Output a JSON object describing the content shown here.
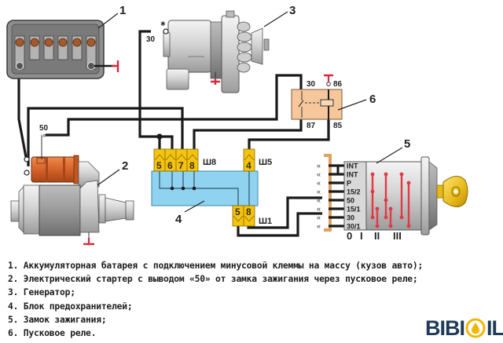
{
  "diagram": {
    "callouts": [
      "1",
      "2",
      "3",
      "4",
      "5",
      "6"
    ],
    "generator_terminal": "30",
    "starter_terminal": "50",
    "relay_pins": {
      "p30": "30",
      "p86": "86",
      "p87": "87",
      "p85": "85"
    },
    "fuse_block": {
      "connector_sh8": {
        "name": "Ш8",
        "pins": [
          "5",
          "6",
          "7",
          "8"
        ]
      },
      "connector_sh5": {
        "name": "Ш5",
        "pins": [
          "4"
        ]
      },
      "connector_sh1": {
        "name": "Ш1",
        "pins": [
          "5",
          "8"
        ]
      }
    },
    "ignition_switch": {
      "terminals": [
        "INT",
        "INT",
        "P",
        "15/2",
        "50",
        "15/1",
        "30",
        "30/1"
      ],
      "positions": [
        "0",
        "I",
        "II",
        "III"
      ]
    }
  },
  "legend": [
    "1. Аккумуляторная батарея с подключением минусовой клеммы на массу (кузов авто);",
    "2. Электрический стартер с выводом «50» от замка зажигания через пусковое реле;",
    "3. Генератор;",
    "4. Блок предохранителей;",
    "5. Замок зажигания;",
    "6. Пусковое реле."
  ],
  "brand": {
    "left": "BIBI",
    "right": "IL"
  },
  "colors": {
    "wire": "#1a1a1a",
    "ground": "#d62b3a",
    "fuse_block": "#8fd3f0",
    "connector": "#f3c40f",
    "relay": "#f6c79a",
    "solenoid": "#e0672e",
    "brand_blue": "#1f3b57",
    "brand_yellow": "#f2b705"
  }
}
